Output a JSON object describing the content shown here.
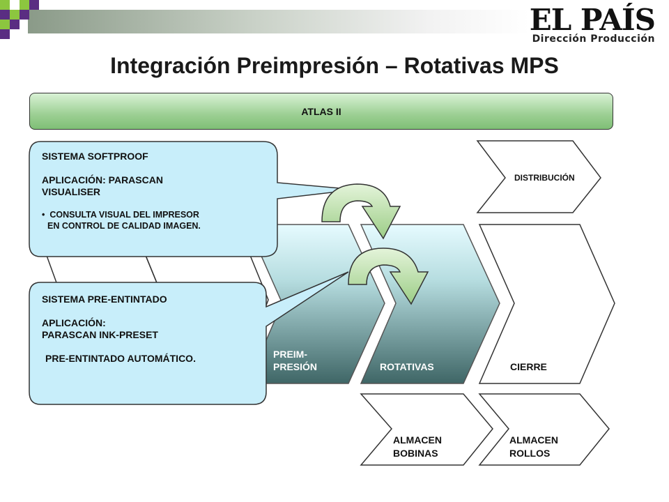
{
  "header": {
    "brand": "EL PAÍS",
    "brand_sub": "Dirección Producción",
    "title": "Integración Preimpresión – Rotativas MPS"
  },
  "bands": {
    "atlas": "ATLAS II"
  },
  "stages": {
    "distribucion": "DISTRIBUCIÓN",
    "preimpresion_1": "PREIM-",
    "preimpresion_2": "PRESIÓN",
    "rotativas": "ROTATIVAS",
    "cierre": "CIERRE",
    "almacen_bobinas_1": "ALMACEN",
    "almacen_bobinas_2": "BOBINAS",
    "almacen_rollos_1": "ALMACEN",
    "almacen_rollos_2": "ROLLOS"
  },
  "callouts": {
    "softproof": {
      "title": "SISTEMA SOFTPROOF",
      "app_1": "APLICACIÓN: PARASCAN",
      "app_2": "VISUALISER",
      "bullet_1": "CONSULTA VISUAL DEL IMPRESOR",
      "bullet_2": "EN CONTROL DE CALIDAD IMAGEN."
    },
    "preentintado": {
      "title": "SISTEMA PRE-ENTINTADO",
      "app_1": "APLICACIÓN:",
      "app_2": "PARASCAN INK-PRESET",
      "desc": "PRE-ENTINTADO AUTOMÁTICO."
    }
  },
  "colors": {
    "callout_fill": "#c8eefa",
    "atlas_fill": "#9ccf93",
    "stage_dark": "#4a7272",
    "arrow_fill": "#b8dca6"
  }
}
